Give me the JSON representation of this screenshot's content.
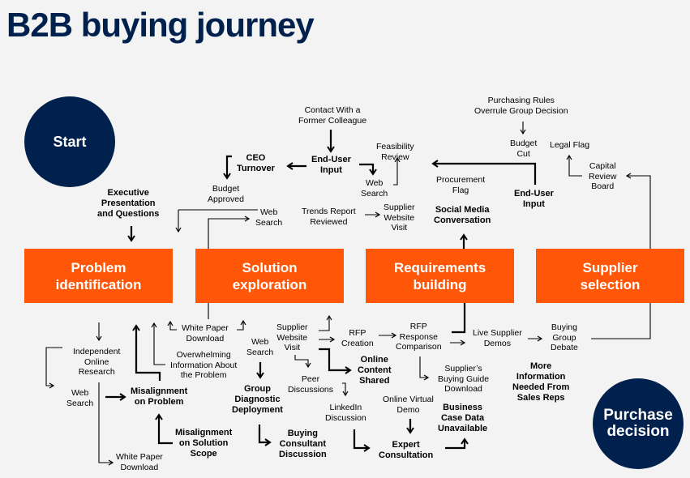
{
  "title": "B2B buying journey",
  "start_label": "Start",
  "end_label": "Purchase\ndecision",
  "colors": {
    "navy": "#00214d",
    "orange": "#ff5608",
    "background": "#f3f3f3"
  },
  "stages": [
    {
      "label": "Problem\nidentification"
    },
    {
      "label": "Solution\nexploration"
    },
    {
      "label": "Requirements\nbuilding"
    },
    {
      "label": "Supplier\nselection"
    }
  ],
  "nodes": {
    "contact_former_colleague": "Contact With a\nFormer Colleague",
    "end_user_input_1": "End-User\nInput",
    "ceo_turnover": "CEO\nTurnover",
    "budget_approved": "Budget\nApproved",
    "feasibility_review": "Feasibility\nReview",
    "web_search_1": "Web\nSearch",
    "executive_presentation": "Executive\nPresentation\nand Questions",
    "web_search_2": "Web\nSearch",
    "trends_report": "Trends Report\nReviewed",
    "supplier_website_visit_1": "Supplier\nWebsite\nVisit",
    "purchasing_rules": "Purchasing Rules\nOverrule Group Decision",
    "budget_cut": "Budget\nCut",
    "legal_flag": "Legal Flag",
    "capital_review_board": "Capital\nReview\nBoard",
    "procurement_flag": "Procurement\nFlag",
    "end_user_input_2": "End-User\nInput",
    "social_media": "Social Media\nConversation",
    "independent_research": "Independent\nOnline\nResearch",
    "web_search_3": "Web\nSearch",
    "white_paper_1": "White Paper\nDownload",
    "misalignment_problem": "Misalignment\non Problem",
    "misalignment_scope": "Misalignment\non Solution\nScope",
    "white_paper_2": "White Paper\nDownload",
    "overwhelming_info": "Overwhelming\nInformation About\nthe Problem",
    "web_search_4": "Web\nSearch",
    "group_diagnostic": "Group\nDiagnostic\nDeployment",
    "buying_consultant": "Buying\nConsultant\nDiscussion",
    "supplier_website_visit_2": "Supplier\nWebsite\nVisit",
    "peer_discussions": "Peer\nDiscussions",
    "linkedin_discussion": "LinkedIn\nDiscussion",
    "online_content_shared": "Online\nContent\nShared",
    "rfp_creation": "RFP\nCreation",
    "rfp_response": "RFP\nResponse\nComparison",
    "suppliers_guide": "Supplier’s\nBuying Guide\nDownload",
    "online_virtual_demo": "Online Virtual\nDemo",
    "expert_consultation": "Expert\nConsultation",
    "business_case": "Business\nCase Data\nUnavailable",
    "live_supplier_demos": "Live Supplier\nDemos",
    "buying_group_debate": "Buying\nGroup\nDebate",
    "more_information": "More\nInformation\nNeeded From\nSales Reps"
  }
}
